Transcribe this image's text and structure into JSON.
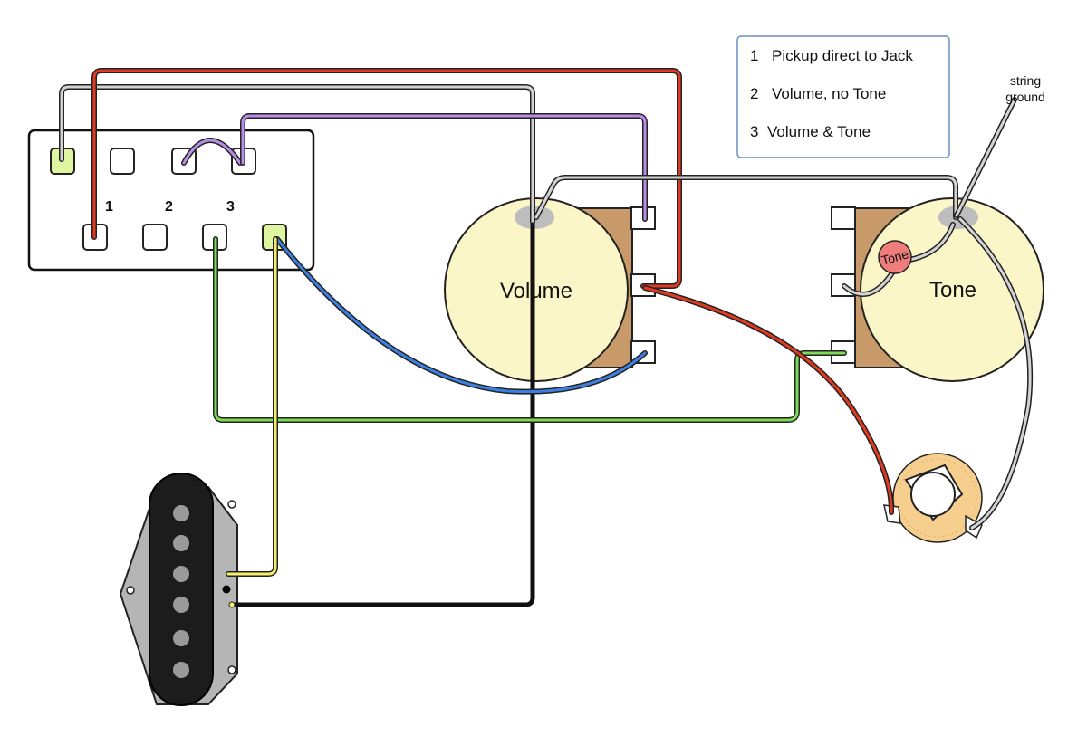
{
  "legend": {
    "items": [
      {
        "number": "1",
        "text": "Pickup direct to Jack"
      },
      {
        "number": "2",
        "text": "Volume, no Tone"
      },
      {
        "number": "3",
        "text": "Volume & Tone"
      }
    ]
  },
  "switch": {
    "positions": [
      "1",
      "2",
      "3"
    ]
  },
  "pots": {
    "volume_label": "Volume",
    "tone_label": "Tone"
  },
  "capacitor": {
    "label": "Tone"
  },
  "string_ground": {
    "line1": "string",
    "line2": "ground"
  },
  "colors": {
    "red": "#e03a22",
    "black": "#111111",
    "gray": "#d3d3d3",
    "purple": "#b98ee6",
    "green": "#7ed957",
    "yellow": "#f5ee6a",
    "blue": "#3d7fe0",
    "pot_body": "#fbf6c8",
    "pot_case": "#c89a6a",
    "highlight_lug": "#dff5a0",
    "cap": "#ef7d7b",
    "pickup_plate": "#b5b5b5",
    "jack_ring": "#f6cf8e"
  }
}
